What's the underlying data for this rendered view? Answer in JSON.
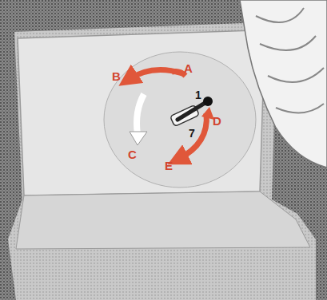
{
  "diagram": {
    "labels": [
      "A",
      "1",
      "B",
      "C",
      "D",
      "7",
      "E"
    ]
  }
}
